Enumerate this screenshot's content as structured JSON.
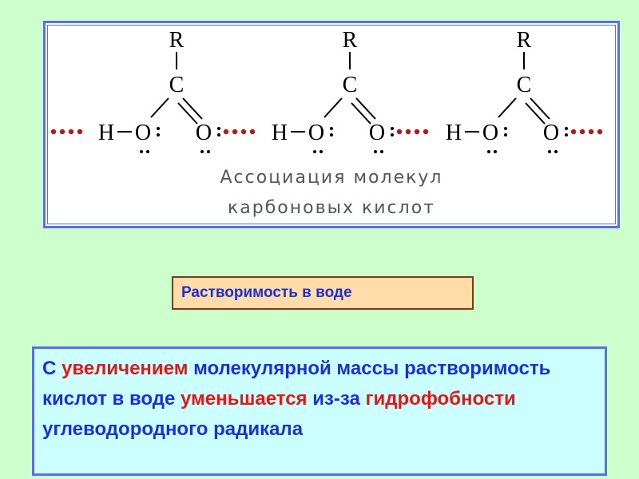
{
  "figure": {
    "atom_r": "R",
    "atom_c": "C",
    "atom_h": "H",
    "atom_o": "O",
    "caption_line1": "Ассоциация молекул",
    "caption_line2": "карбоновых кислот",
    "molecule_count": 3
  },
  "heading": {
    "text": "Растворимость в воде"
  },
  "paragraph": {
    "part1": "С ",
    "highlight1": "увеличением",
    "part2": " молекулярной массы растворимость кислот в воде ",
    "highlight2": "уменьшается",
    "part3": " из-за ",
    "highlight3": "гидрофобности",
    "part4": " углеводородного радикала"
  },
  "colors": {
    "background": "#ccffcc",
    "frame_border": "#5b6fe0",
    "heading_bg": "#ffdca8",
    "text_box_bg": "#ccffff",
    "text_blue": "#1d2fd6",
    "text_red": "#e01818",
    "hbond_dots": "#b11a1a"
  }
}
